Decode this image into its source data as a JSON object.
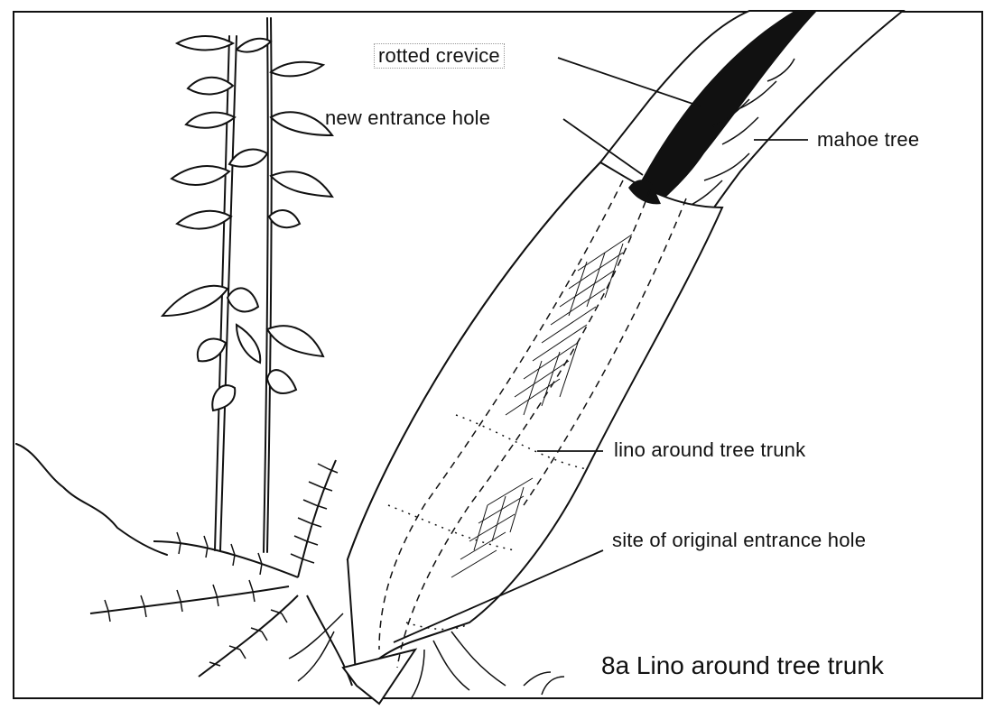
{
  "labels": {
    "rotted_crevice": "rotted crevice",
    "new_entrance_hole": "new entrance hole",
    "mahoe_tree": "mahoe tree",
    "lino_around_trunk": "lino around tree trunk",
    "site_original_hole": "site of original entrance hole"
  },
  "caption": "8a Lino around tree trunk",
  "colors": {
    "ink": "#111111",
    "paper": "#ffffff"
  }
}
